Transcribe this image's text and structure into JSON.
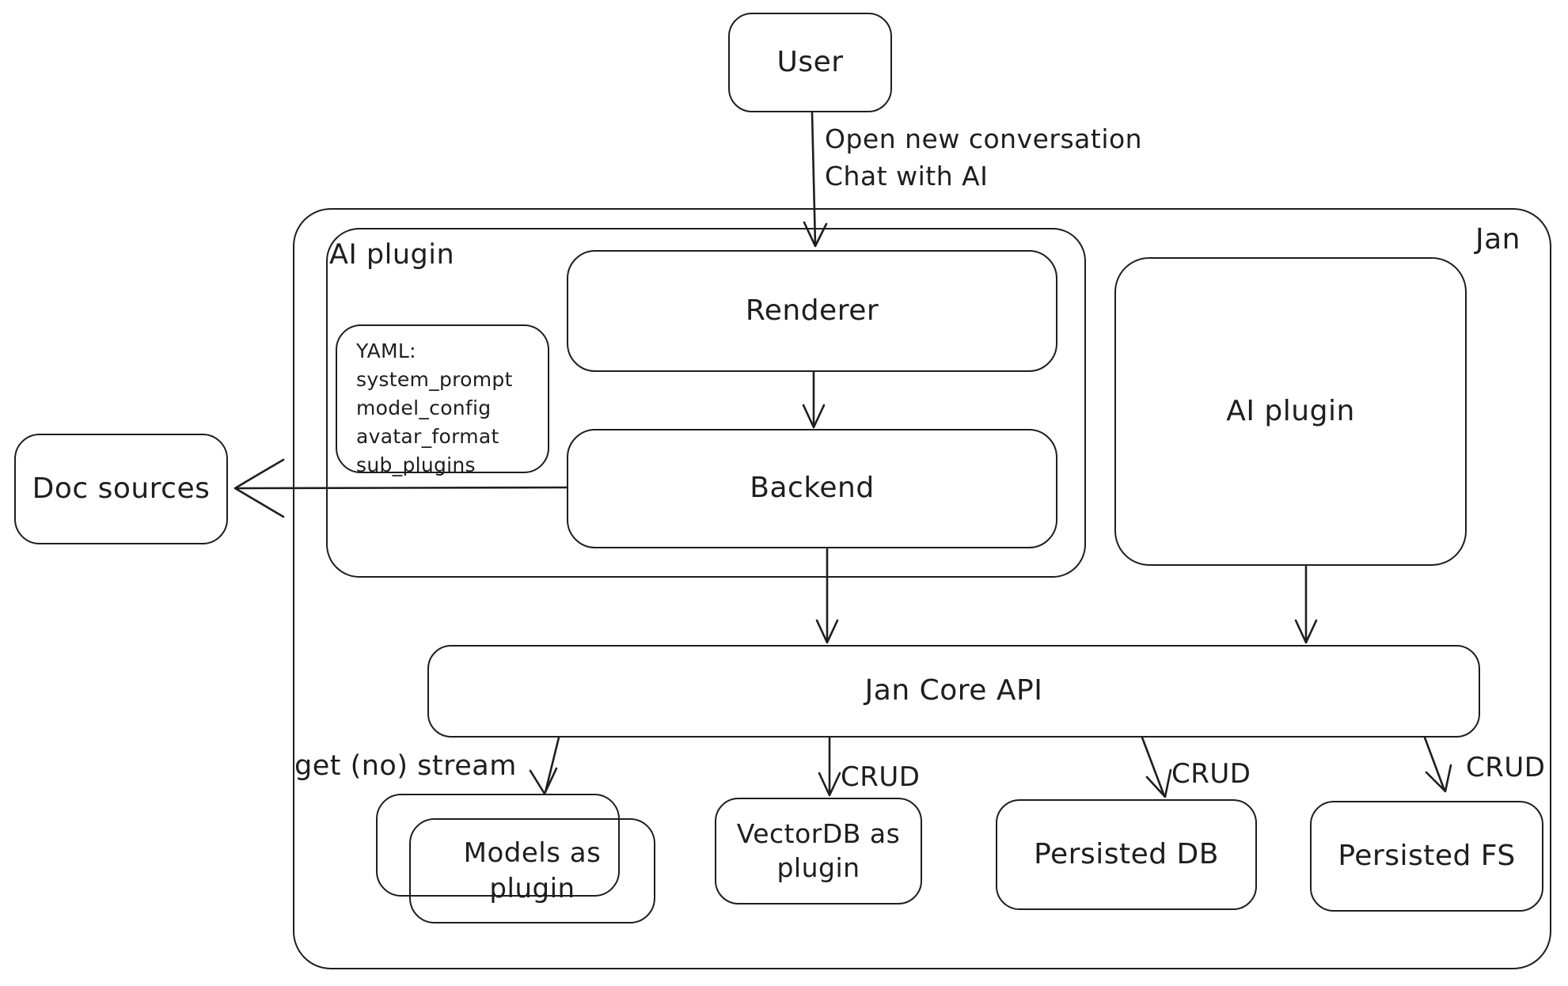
{
  "diagram": {
    "container_label": "Jan",
    "nodes": {
      "user": {
        "label": "User"
      },
      "ai_plugin_group": {
        "label": "AI plugin"
      },
      "yaml_note": {
        "lines": [
          "YAML:",
          "system_prompt",
          "model_config",
          "avatar_format",
          "sub_plugins"
        ]
      },
      "renderer": {
        "label": "Renderer"
      },
      "backend": {
        "label": "Backend"
      },
      "doc_sources": {
        "label": "Doc sources"
      },
      "ai_plugin_right": {
        "label": "AI plugin"
      },
      "jan_core_api": {
        "label": "Jan Core API"
      },
      "models_as_plugin": {
        "label": "Models as plugin"
      },
      "vectordb_as_plugin": {
        "label": "VectorDB as plugin"
      },
      "persisted_db": {
        "label": "Persisted DB"
      },
      "persisted_fs": {
        "label": "Persisted FS"
      }
    },
    "edges": {
      "user_to_renderer": {
        "label_line1": "Open new conversation",
        "label_line2": "Chat with AI"
      },
      "jan_core_to_models": {
        "label": "get (no) stream"
      },
      "jan_core_to_vectordb": {
        "label": "CRUD"
      },
      "jan_core_to_persisted_db": {
        "label": "CRUD"
      },
      "jan_core_to_persisted_fs": {
        "label": "CRUD"
      }
    },
    "colors": {
      "stroke": "#1e1e1e",
      "background": "#ffffff"
    }
  }
}
